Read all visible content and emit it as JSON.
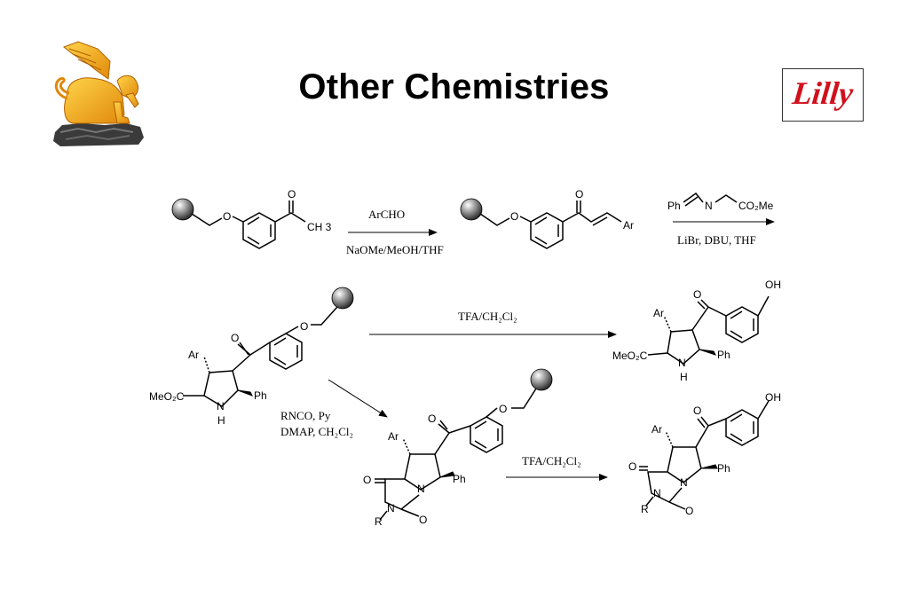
{
  "slide": {
    "title": "Other Chemistries",
    "right_logo_text": "Lilly"
  },
  "labels": {
    "o": "O",
    "n": "N",
    "h": "H",
    "r": "R",
    "ar": "Ar",
    "ph": "Ph",
    "ch3": "CH 3",
    "meo2c": "MeO₂C",
    "co2me": "CO₂Me",
    "oh": "OH"
  },
  "reactions": {
    "step1_above": "ArCHO",
    "step1_below": "NaOMe/MeOH/THF",
    "step2_reagent_ph": "Ph",
    "step2_reagent_n": "N",
    "step2_reagent_co2me": "CO₂Me",
    "step2_below": "LiBr, DBU, THF",
    "cleave1": "TFA/CH₂Cl₂",
    "step3_line1": "RNCO, Py",
    "step3_line2": "DMAP, CH₂Cl₂",
    "cleave2": "TFA/CH₂Cl₂"
  },
  "colors": {
    "title": "#000000",
    "lilly_red": "#d0101c",
    "griffin_gold": "#f0a818",
    "rock": "#3a3a3a"
  }
}
